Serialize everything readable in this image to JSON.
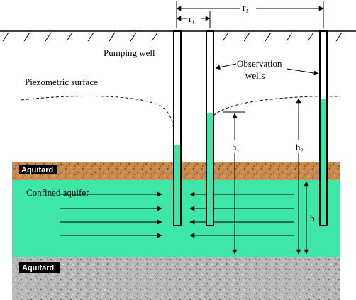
{
  "labels": {
    "r1": "r₁",
    "r2": "r₂",
    "pumping_well": "Pumping well",
    "observation_wells_line1": "Observation",
    "observation_wells_line2": "wells",
    "piezometric_surface": "Piezometric surface",
    "h1": "h₁",
    "h2": "h₂",
    "b": "b",
    "aquitard_top": "Aquitard",
    "confined_aquifer": "Confined aquifer",
    "aquitard_bottom": "Aquitard"
  },
  "colors": {
    "aquifer_water": "#3ee6a8",
    "aquitard_top": "#c98a4e",
    "aquitard_bottom": "#b9b9b9",
    "label_box": "#000000"
  }
}
